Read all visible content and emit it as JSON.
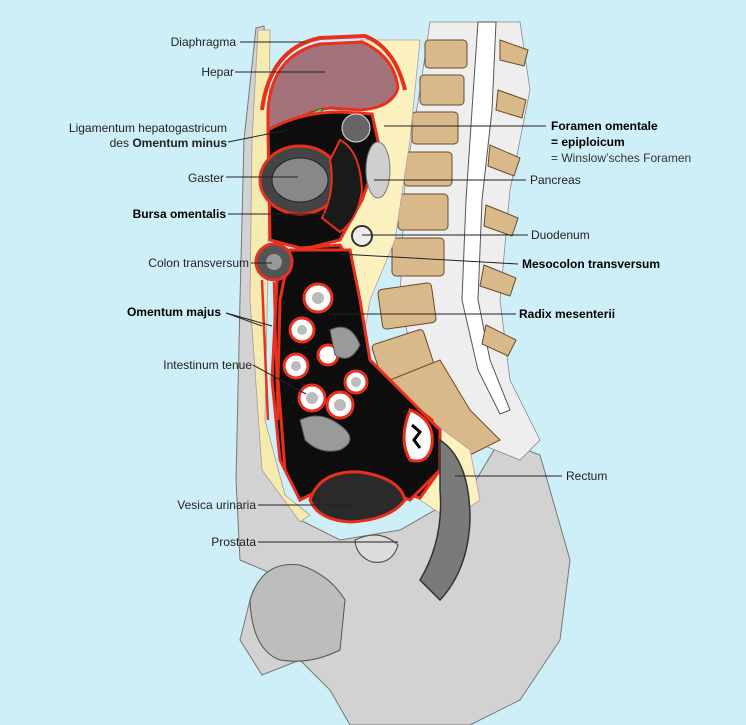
{
  "colors": {
    "background": "#cfeff8",
    "peritoneum": "#e8301f",
    "cavity": "#0d0d0d",
    "fat": "#fbf2bf",
    "liver": "#a4727a",
    "ligament": "#7fd46a",
    "bone": "#d9b98a",
    "skin": "#c9c9c9"
  },
  "labels": {
    "diaphragma": "Diaphragma",
    "hepar": "Hepar",
    "ligamentum_line1": "Ligamentum hepatogastricum",
    "ligamentum_line2_prefix": "des ",
    "ligamentum_line2_bold": "Omentum minus",
    "gaster": "Gaster",
    "bursa": "Bursa omentalis",
    "colon": "Colon transversum",
    "omentum_majus": "Omentum majus",
    "intestinum": "Intestinum tenue",
    "vesica": "Vesica urinaria",
    "prostata": "Prostata",
    "foramen_line1": "Foramen omentale",
    "foramen_line2": "= epiploicum",
    "foramen_line3": "= Winslow’sches Foramen",
    "pancreas": "Pancreas",
    "duodenum": "Duodenum",
    "mesocolon": "Mesocolon transversum",
    "radix": "Radix mesenterii",
    "rectum": "Rectum"
  }
}
